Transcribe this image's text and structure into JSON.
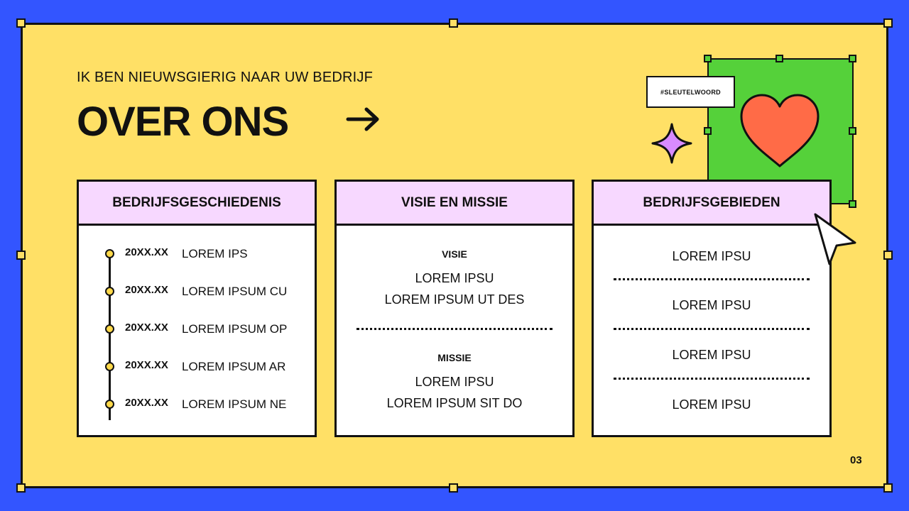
{
  "header": {
    "subtitle": "IK BEN NIEUWSGIERIG NAAR UW BEDRIJF",
    "title": "OVER ONS"
  },
  "sticker": {
    "tag": "#SLEUTELWOORD",
    "icons": [
      "heart-icon",
      "sparkle-icon",
      "cursor-icon",
      "arrow-right-icon"
    ]
  },
  "cards": {
    "history": {
      "title": "BEDRIJFSGESCHIEDENIS",
      "items": [
        {
          "date": "20XX.XX",
          "text": "LOREM IPS"
        },
        {
          "date": "20XX.XX",
          "text": "LOREM IPSUM CU"
        },
        {
          "date": "20XX.XX",
          "text": "LOREM IPSUM OP"
        },
        {
          "date": "20XX.XX",
          "text": "LOREM IPSUM AR"
        },
        {
          "date": "20XX.XX",
          "text": "LOREM IPSUM NE"
        }
      ]
    },
    "vision": {
      "title": "VISIE EN MISSIE",
      "vision_label": "VISIE",
      "vision_line1": "LOREM IPSU",
      "vision_line2": "LOREM IPSUM UT DES",
      "mission_label": "MISSIE",
      "mission_line1": "LOREM IPSU",
      "mission_line2": "LOREM IPSUM SIT DO"
    },
    "areas": {
      "title": "BEDRIJFSGEBIEDEN",
      "items": [
        "LOREM IPSU",
        "LOREM IPSU",
        "LOREM IPSU",
        "LOREM IPSU"
      ]
    }
  },
  "footer": {
    "page_number": "03"
  },
  "colors": {
    "background": "#3355ff",
    "slide": "#ffe066",
    "card_header": "#f7d8ff",
    "green": "#55d13a",
    "heart": "#ff6b47",
    "sparkle": "#d88bff"
  }
}
